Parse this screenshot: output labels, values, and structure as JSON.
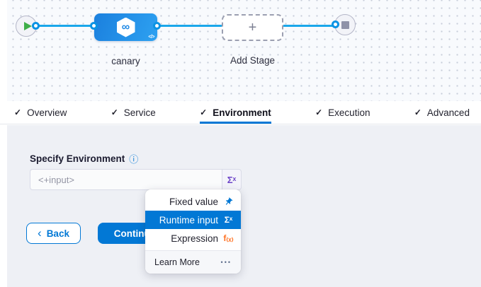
{
  "canvas": {
    "stage_label": "canary",
    "stage_icon_glyph": "∞",
    "stage_code_icon": "</>",
    "add_stage_label": "Add Stage",
    "add_stage_plus": "+"
  },
  "tab_bar": {
    "check_icon": "✓",
    "tabs": [
      {
        "label": "Overview",
        "active": false
      },
      {
        "label": "Service",
        "active": false
      },
      {
        "label": "Environment",
        "active": true
      },
      {
        "label": "Execution",
        "active": false
      },
      {
        "label": "Advanced",
        "active": false
      }
    ]
  },
  "form": {
    "label": "Specify Environment",
    "info_icon": "ⓘ",
    "input_value": "",
    "input_placeholder": "<+input>",
    "sigma_icon": "Σˣ"
  },
  "menu": {
    "items": [
      {
        "label": "Fixed value",
        "icon": "pin",
        "selected": false
      },
      {
        "label": "Runtime input",
        "icon": "Σˣ",
        "selected": true
      },
      {
        "label": "Expression",
        "icon": "f₍ₓ₎",
        "selected": false
      }
    ],
    "footer_label": "Learn More",
    "footer_ellipsis": "•••"
  },
  "actions": {
    "back_chevron": "‹",
    "back_label": "Back",
    "continue_label": "Continue"
  },
  "colors": {
    "primary_blue": "#0278d5",
    "connector_blue": "#1ba7ea",
    "stage_node_blue": "#2196e8",
    "runtime_sigma_purple": "#6d44c8",
    "expression_orange": "#ff7020",
    "play_green": "#3fae49",
    "content_background": "#eef0f5"
  }
}
